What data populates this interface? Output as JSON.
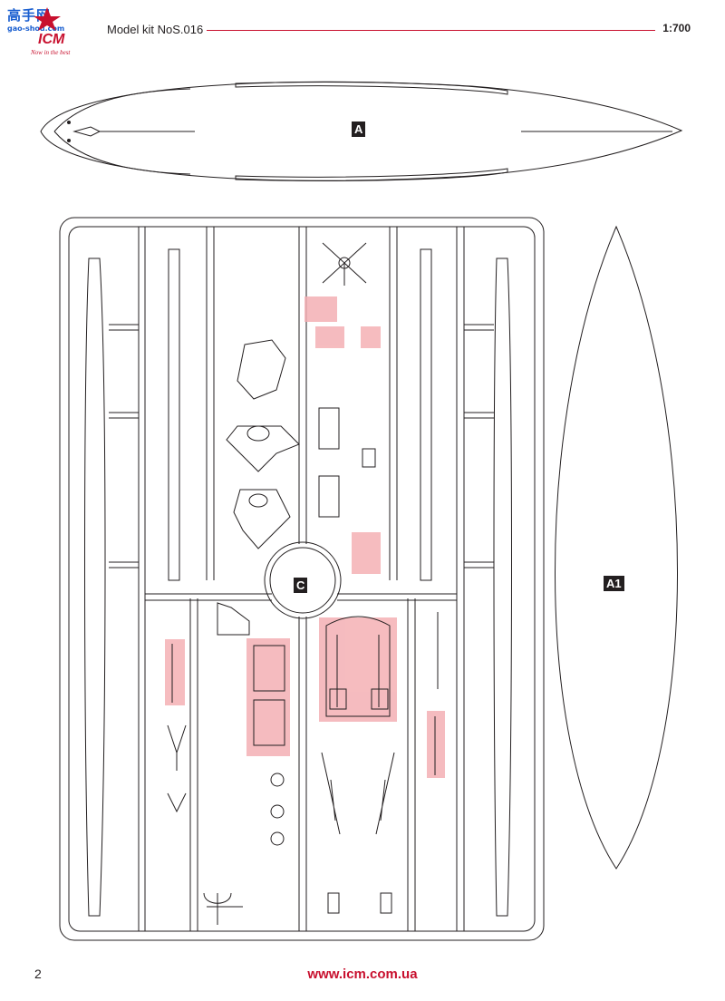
{
  "header": {
    "watermark_title": "高手网",
    "watermark_url": "gao-shou.com",
    "logo_text": "ICM",
    "logo_slogan": "Now in the best",
    "model_label": "Model kit NoS.016",
    "scale": "1:700"
  },
  "labels": {
    "part_a": "A",
    "part_a1": "A1",
    "sprue_c": "C"
  },
  "footer": {
    "page_number": "2",
    "website": "www.icm.com.ua"
  },
  "colors": {
    "accent": "#c8102e",
    "highlight": "#f0a0a6",
    "ink": "#231f20"
  }
}
